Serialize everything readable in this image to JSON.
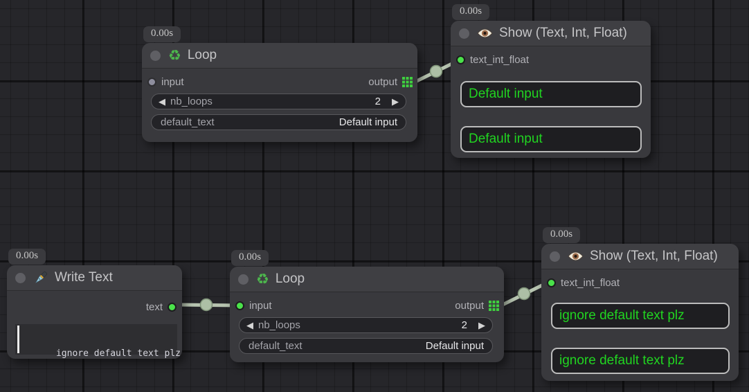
{
  "colors": {
    "node_bg": "#39393d",
    "accent_green_text": "#21d421",
    "socket_connected": "#4ae24a",
    "socket_idle": "#8e8e9e",
    "wire": "#b7c4b0"
  },
  "nodes": {
    "loop_top": {
      "timer": "0.00s",
      "title": "Loop",
      "icon": "recycle-icon",
      "input_label": "input",
      "output_label": "output",
      "nb_loops": {
        "label": "nb_loops",
        "value": "2"
      },
      "default_text": {
        "label": "default_text",
        "value": "Default input"
      }
    },
    "show_top": {
      "timer": "0.00s",
      "title": "Show (Text, Int, Float)",
      "icon": "eye-icon",
      "input_label": "text_int_float",
      "displays": [
        "Default input",
        "Default input"
      ]
    },
    "write_text": {
      "timer": "0.00s",
      "title": "Write Text",
      "icon": "pen-icon",
      "output_label": "text",
      "text_content": "ignore default text plz"
    },
    "loop_bottom": {
      "timer": "0.00s",
      "title": "Loop",
      "icon": "recycle-icon",
      "input_label": "input",
      "output_label": "output",
      "nb_loops": {
        "label": "nb_loops",
        "value": "2"
      },
      "default_text": {
        "label": "default_text",
        "value": "Default input"
      }
    },
    "show_bottom": {
      "timer": "0.00s",
      "title": "Show (Text, Int, Float)",
      "icon": "eye-icon",
      "input_label": "text_int_float",
      "displays": [
        "ignore default text plz",
        "ignore default text plz"
      ]
    }
  },
  "glyphs": {
    "recycle": "♻",
    "arrow_left": "◀",
    "arrow_right": "▶"
  }
}
